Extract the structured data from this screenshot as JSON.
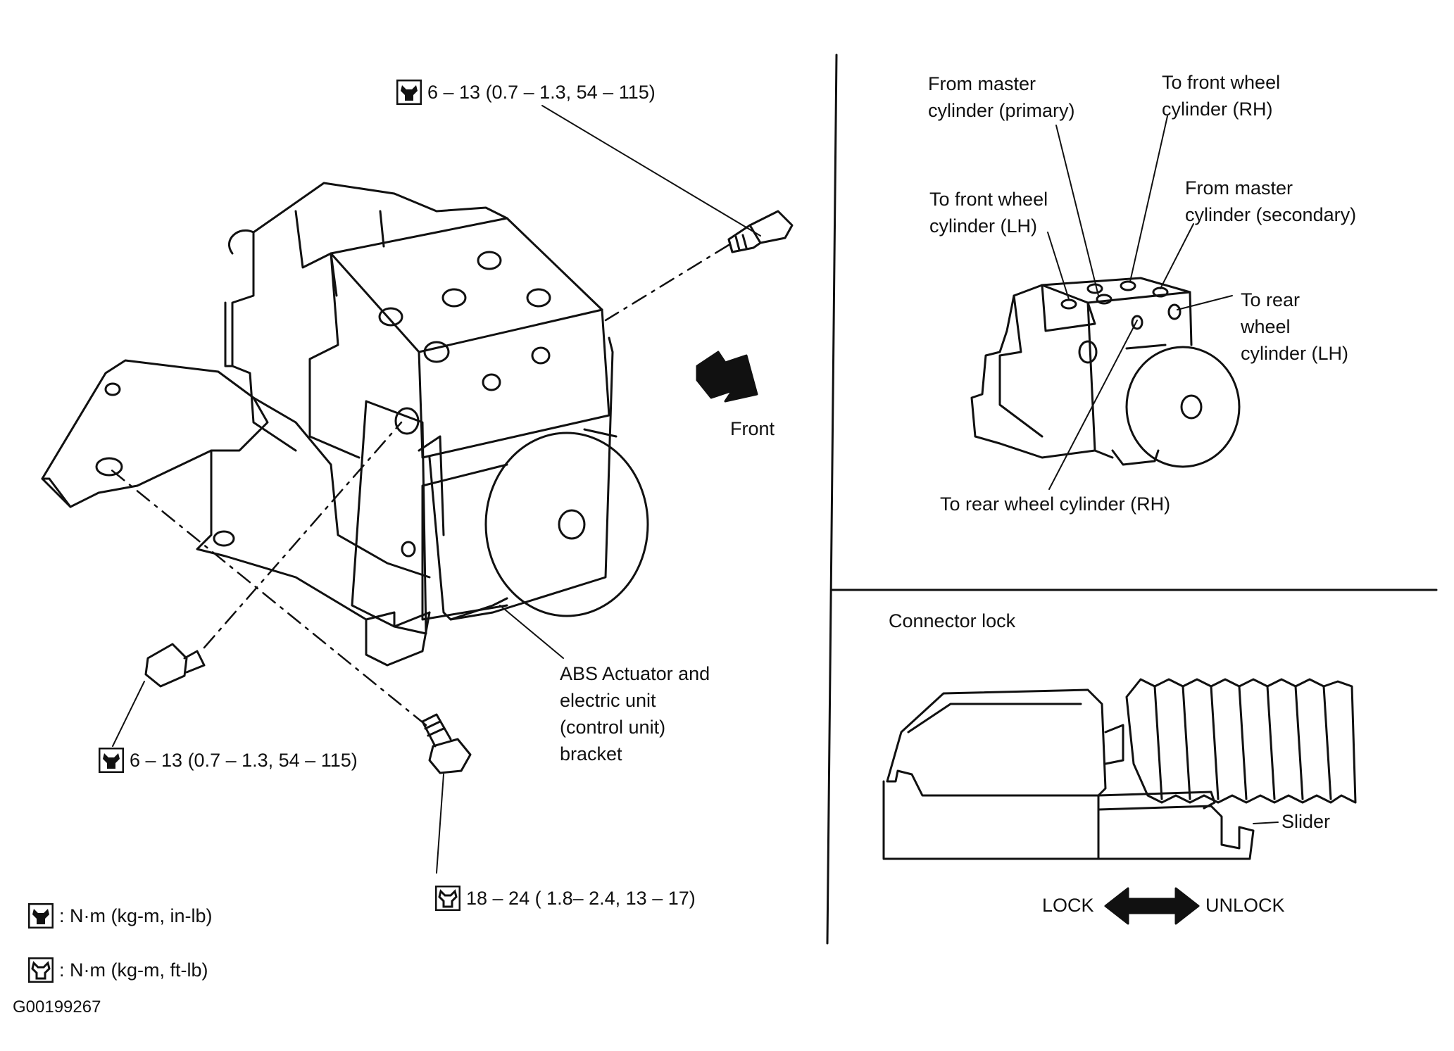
{
  "left": {
    "torque_top": "6 – 13 (0.7 – 1.3, 54 – 115)",
    "torque_left": "6 – 13 (0.7 – 1.3, 54 – 115)",
    "torque_bottom": "18 – 24 ( 1.8– 2.4, 13 – 17)",
    "front_label": "Front",
    "actuator_label": [
      "ABS Actuator and",
      "electric unit",
      "(control unit)",
      "bracket"
    ],
    "legend": [
      {
        "icon": "torque-wrench-solid-icon",
        "text": ": N·m (kg-m, in-lb)"
      },
      {
        "icon": "torque-wrench-outline-icon",
        "text": ": N·m (kg-m, ft-lb)"
      }
    ],
    "figure_id": "G00199267"
  },
  "ports": {
    "from_master_primary": [
      "From master",
      "cylinder (primary)"
    ],
    "to_front_rh": [
      "To front wheel",
      "cylinder (RH)"
    ],
    "to_front_lh": [
      "To front wheel",
      "cylinder (LH)"
    ],
    "from_master_secondary": [
      "From master",
      "cylinder (secondary)"
    ],
    "to_rear_lh": [
      "To rear",
      "wheel",
      "cylinder (LH)"
    ],
    "to_rear_rh": "To rear wheel cylinder (RH)"
  },
  "connector": {
    "title": "Connector lock",
    "slider": "Slider",
    "lock": "LOCK",
    "unlock": "UNLOCK"
  }
}
